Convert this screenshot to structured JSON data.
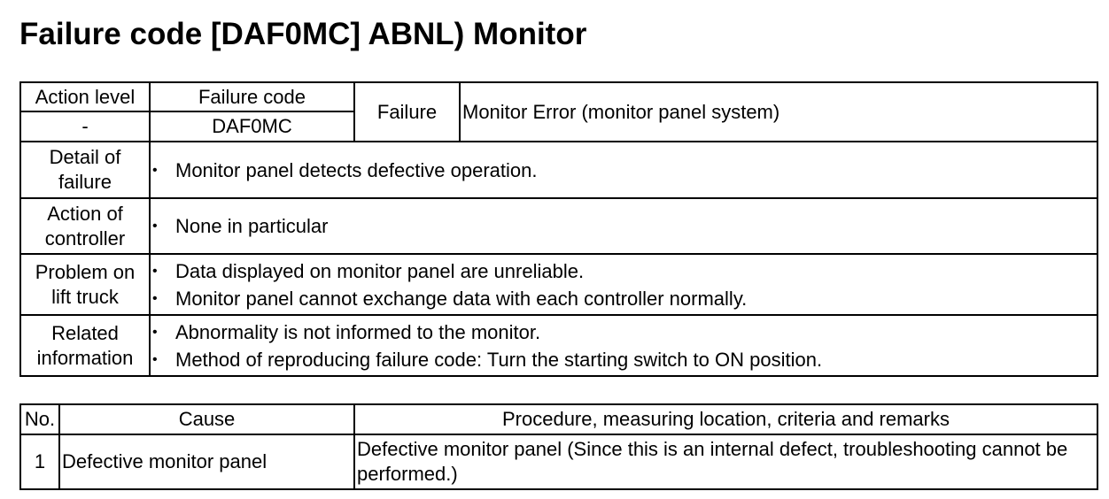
{
  "document": {
    "title": "Failure code [DAF0MC] ABNL) Monitor"
  },
  "info_table": {
    "headers": {
      "action_level": "Action level",
      "failure_code": "Failure code",
      "failure": "Failure"
    },
    "values": {
      "action_level": "-",
      "failure_code": "DAF0MC",
      "failure_description": "Monitor Error (monitor panel system)"
    },
    "rows": [
      {
        "label": [
          "Detail of",
          "failure"
        ],
        "bullets": [
          "Monitor panel detects defective operation."
        ]
      },
      {
        "label": [
          "Action of",
          "controller"
        ],
        "bullets": [
          "None in particular"
        ]
      },
      {
        "label": [
          "Problem on",
          "lift truck"
        ],
        "bullets": [
          "Data displayed on monitor panel are unreliable.",
          "Monitor panel cannot exchange data with each controller normally."
        ]
      },
      {
        "label": [
          "Related",
          "information"
        ],
        "bullets": [
          "Abnormality is not informed to the monitor.",
          "Method of reproducing failure code: Turn the starting switch to ON position."
        ]
      }
    ]
  },
  "cause_table": {
    "headers": {
      "no": "No.",
      "cause": "Cause",
      "procedure": "Procedure, measuring location, criteria and remarks"
    },
    "rows": [
      {
        "no": "1",
        "cause": "Defective monitor panel",
        "procedure": [
          "Defective monitor panel (Since this is an internal defect, troubleshooting cannot be",
          "performed.)"
        ]
      }
    ]
  }
}
